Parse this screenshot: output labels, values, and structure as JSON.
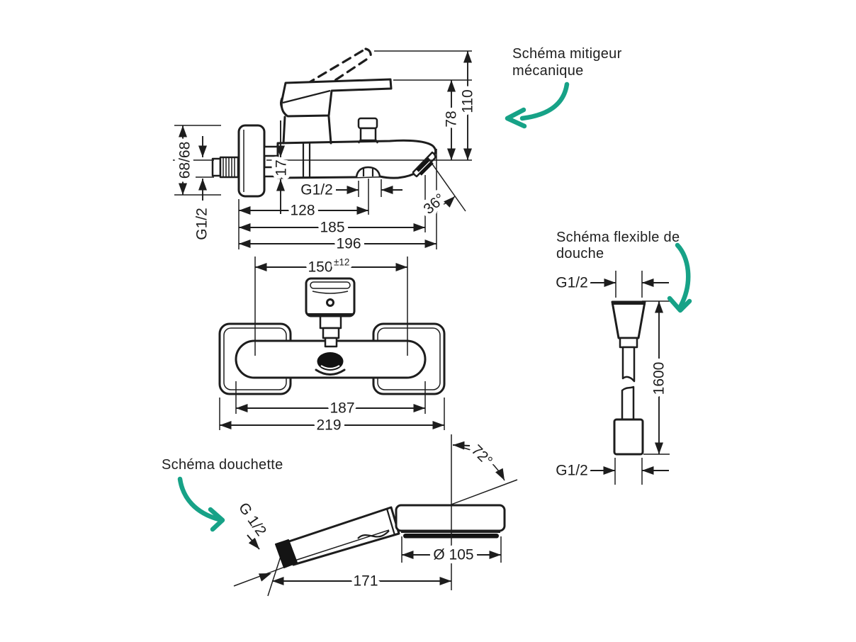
{
  "page": {
    "background": "#ffffff"
  },
  "colors": {
    "ink": "#1d1d1d",
    "accent": "#17a287"
  },
  "annotations": {
    "mixer": {
      "line1": "Schéma mitigeur",
      "line2": "mécanique"
    },
    "hose": {
      "line1": "Schéma flexible de",
      "line2": "douche"
    },
    "hand_shower": {
      "line1": "Schéma douchette"
    }
  },
  "side_view": {
    "overall_height": "110",
    "handle_height": "78",
    "wall_plate": "68/68",
    "inlet_thread": "G1/2",
    "port_offset": "17",
    "outlet_thread": "G1/2",
    "outlet_center_depth": "128",
    "spout_depth": "185",
    "overall_depth": "196",
    "spray_angle": "36°"
  },
  "front_view": {
    "hole_centers": "150",
    "hole_centers_tolerance": "±12",
    "body_width": "187",
    "overall_width": "219"
  },
  "hose_view": {
    "top_thread": "G1/2",
    "length": "1600",
    "bottom_thread": "G1/2"
  },
  "hand_shower_view": {
    "thread": "G 1/2",
    "length": "171",
    "head_diameter": "Ø 105",
    "head_angle": "72°"
  }
}
